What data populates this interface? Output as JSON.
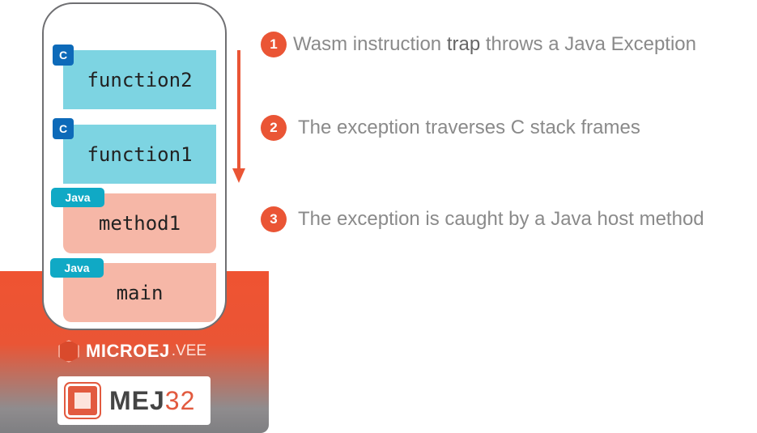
{
  "stack": {
    "frames": [
      {
        "label": "function2",
        "badge": "C"
      },
      {
        "label": "function1",
        "badge": "C"
      },
      {
        "label": "method1",
        "badge": "Java"
      },
      {
        "label": "main",
        "badge": "Java"
      }
    ]
  },
  "steps": [
    {
      "number": "1",
      "before": "Wasm instruction ",
      "emphasis": "trap",
      "after": " throws a Java Exception"
    },
    {
      "number": "2",
      "text": "The exception traverses C stack frames"
    },
    {
      "number": "3",
      "text": "The exception is caught by a Java host method"
    }
  ],
  "branding": {
    "name": "MICROEJ",
    "suffix": ".VEE",
    "chip_name": "MEJ",
    "chip_number": "32"
  },
  "colors": {
    "accent": "#ea5535",
    "c_frame": "#7dd4e2",
    "java_frame": "#f6b7a7",
    "c_badge": "#0d6ab9",
    "java_badge": "#10a9c5"
  }
}
